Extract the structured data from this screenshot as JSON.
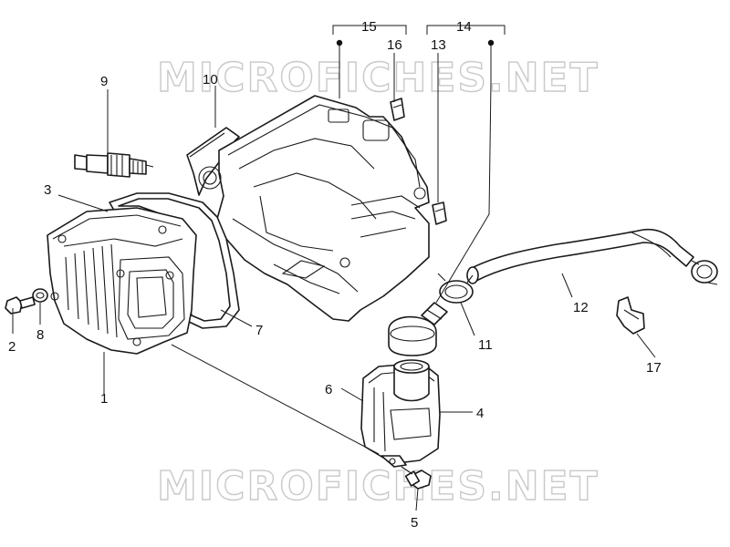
{
  "watermark": {
    "text": "MICROFICHES.NET"
  },
  "callouts": {
    "c1": "1",
    "c2": "2",
    "c3": "3",
    "c4": "4",
    "c5": "5",
    "c6": "6",
    "c7": "7",
    "c8": "8",
    "c9": "9",
    "c10": "10",
    "c11": "11",
    "c12": "12",
    "c13": "13",
    "c14": "14",
    "c15": "15",
    "c16": "16",
    "c17": "17"
  }
}
